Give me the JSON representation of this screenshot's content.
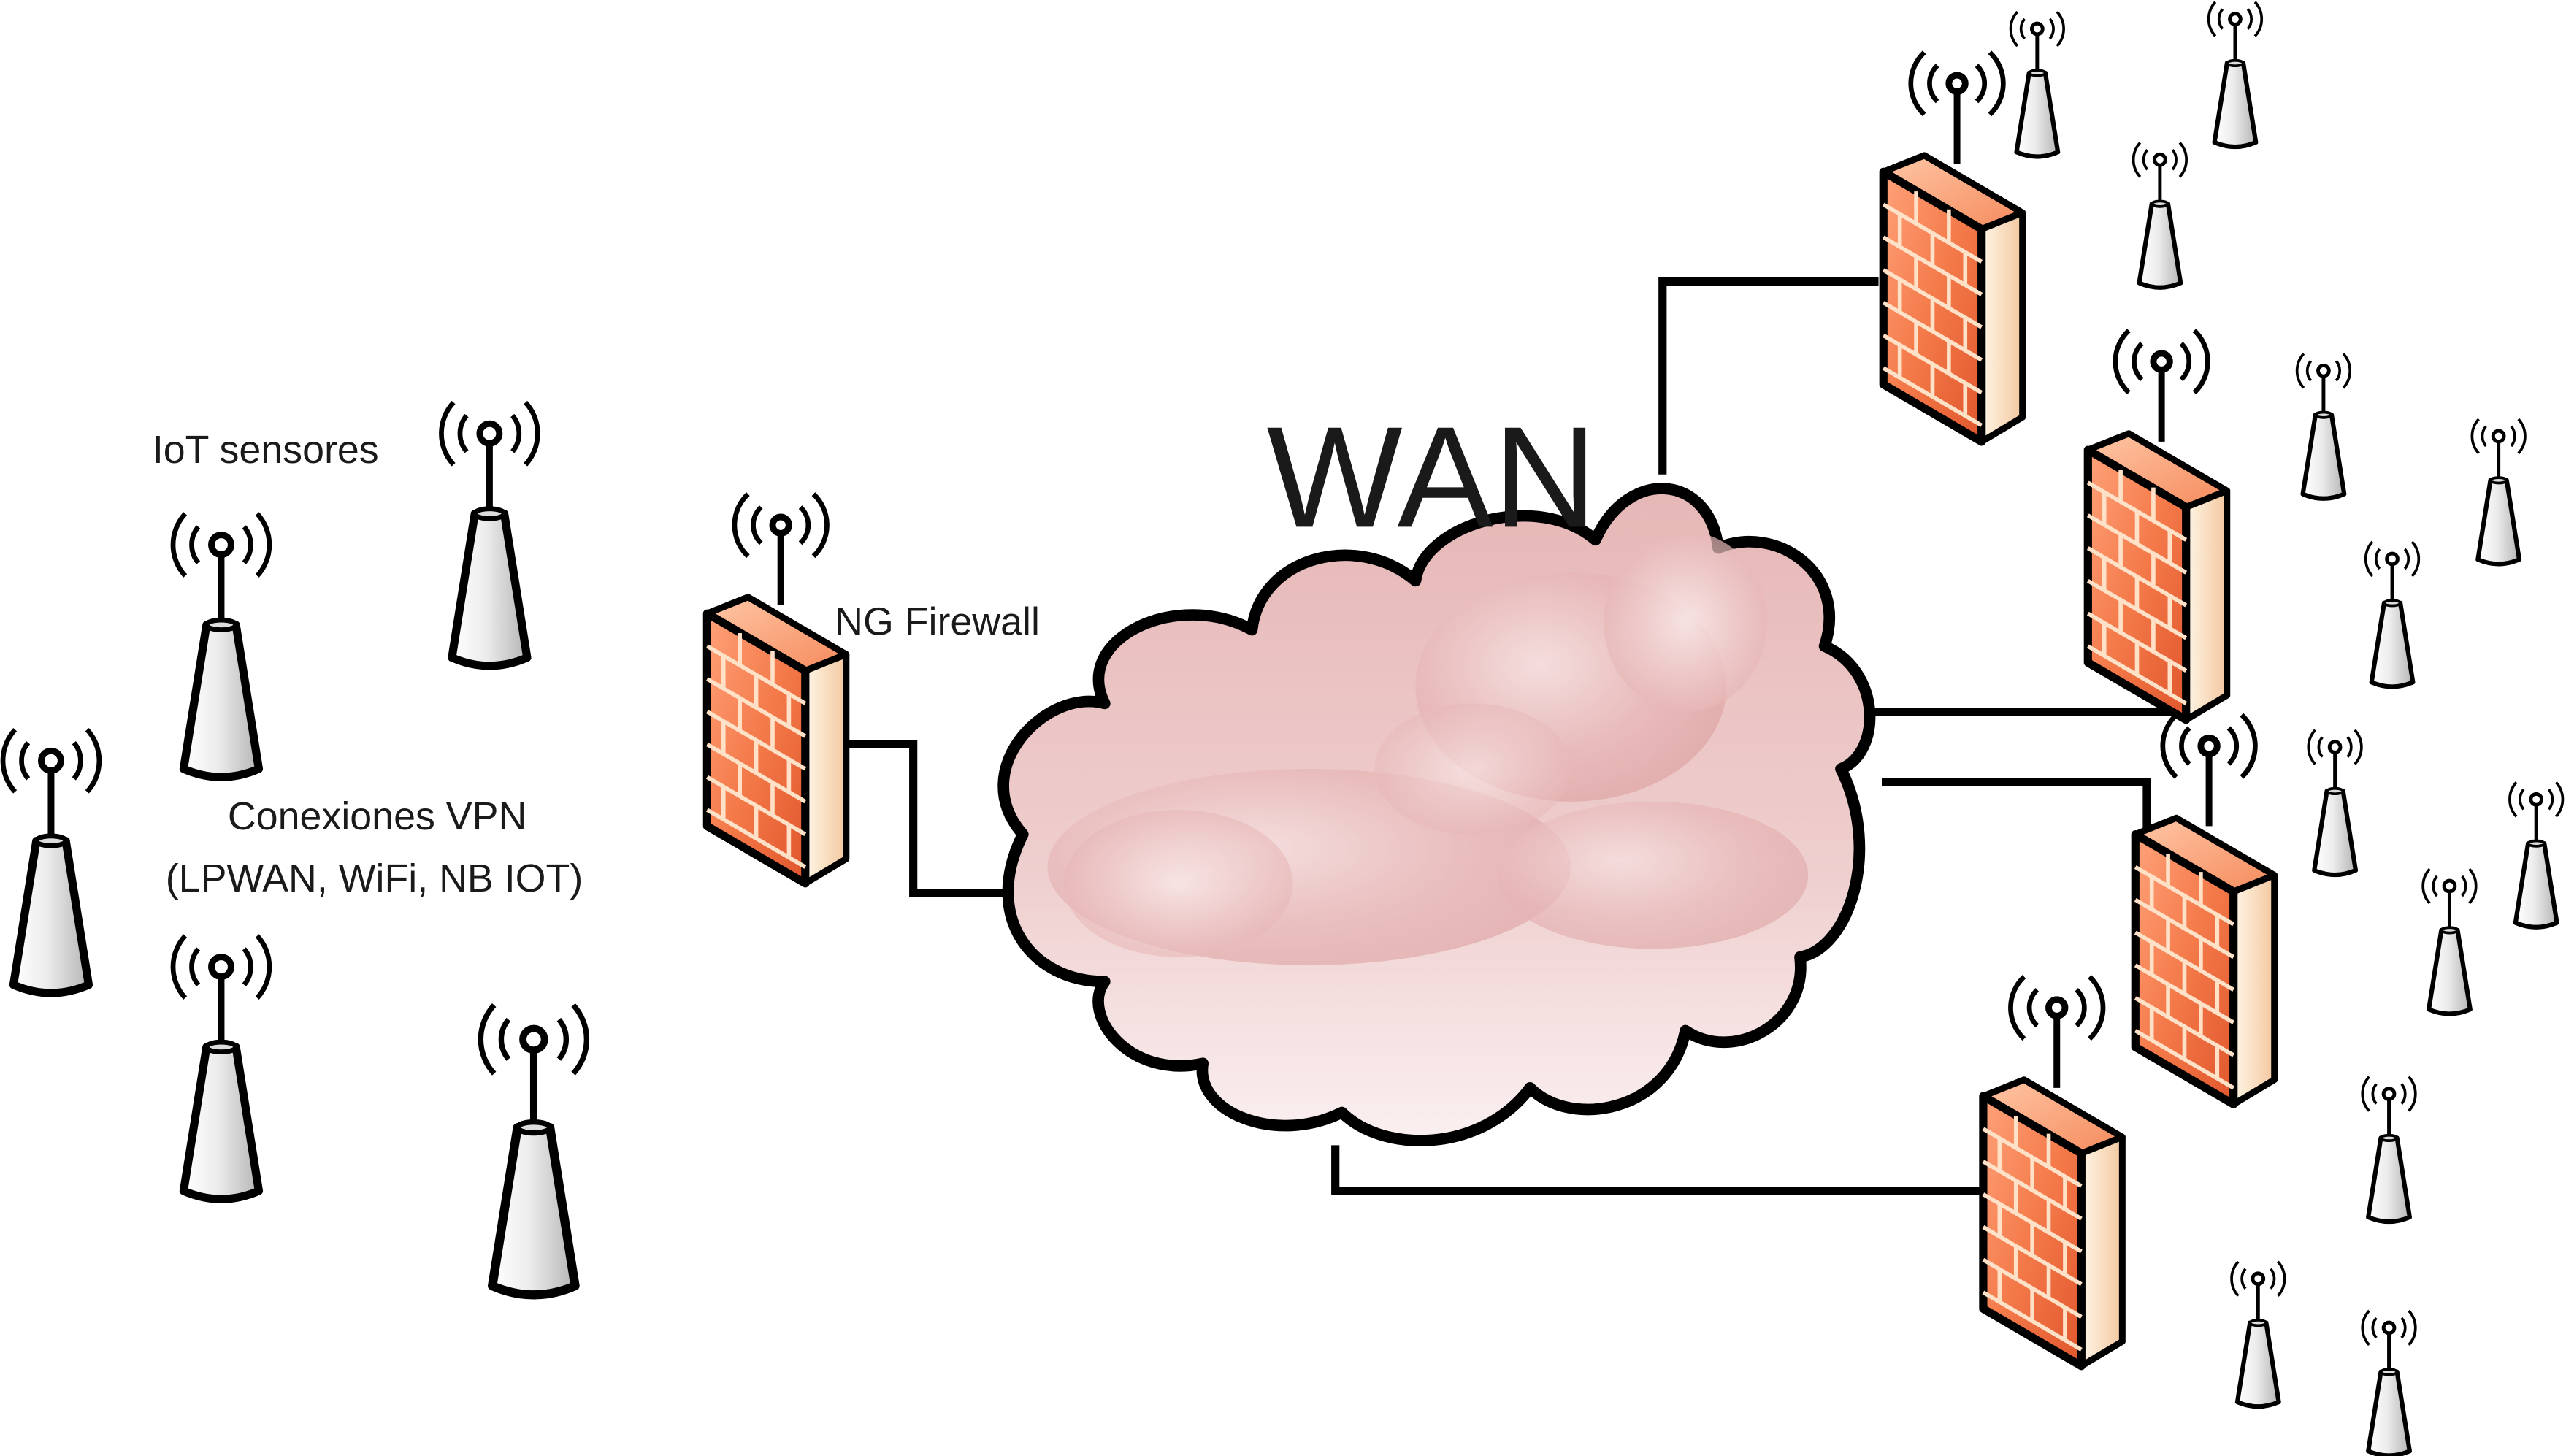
{
  "labels": {
    "wan": "WAN",
    "ng_firewall": "NG Firewall",
    "iot_sensors": "IoT sensores",
    "vpn_line1": "Conexiones VPN",
    "vpn_line2": "(LPWAN, WiFi, NB IOT)"
  },
  "colors": {
    "cloud_light": "#fbeeee",
    "cloud_dark": "#e1a9a9",
    "firewall_front": "#f47a4a",
    "firewall_dark": "#e0562c",
    "firewall_side": "#fbe7c9",
    "sensor_light": "#ffffff",
    "sensor_dark": "#b5b5b5",
    "outline": "#000000"
  },
  "icons": {
    "sensor": "antenna-sensor-icon",
    "firewall": "brick-firewall-icon",
    "cloud": "wan-cloud-icon"
  }
}
